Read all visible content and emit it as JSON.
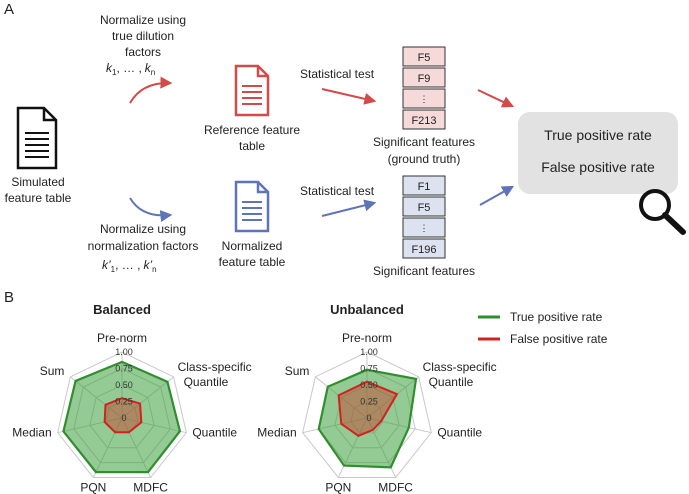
{
  "panel_a": {
    "label": "A",
    "normalize_true": [
      "Normalize using",
      "true dilution",
      "factors"
    ],
    "normalize_true_k": "k",
    "normalize_true_k_sub1": "1",
    "normalize_true_k_dots": ", … ,",
    "normalize_true_k2": "k",
    "normalize_true_k_subn": "n",
    "normalize_norm": [
      "Normalize using",
      "normalization factors"
    ],
    "normalize_norm_k": "k’",
    "normalize_norm_k_sub1": "1",
    "normalize_norm_k_dots": ", … ,",
    "normalize_norm_k2": "k’",
    "normalize_norm_k_subn": "n",
    "simulated_table": [
      "Simulated",
      "feature table"
    ],
    "reference_table": [
      "Reference feature",
      "table"
    ],
    "normalized_table": [
      "Normalized",
      "feature table"
    ],
    "stat_test_top": "Statistical test",
    "stat_test_bottom": "Statistical test",
    "top_features": [
      "F5",
      "F9",
      "⋮",
      "F213"
    ],
    "bottom_features": [
      "F1",
      "F5",
      "⋮",
      "F196"
    ],
    "top_features_caption": [
      "Significant features",
      "(ground truth)"
    ],
    "bottom_features_caption": "Significant features",
    "metrics_box": [
      "True positive rate",
      "False positive rate"
    ],
    "colors": {
      "red": "#d24a4a",
      "blue": "#5f74b8",
      "red_fill": "#f6dada",
      "blue_fill": "#dde2f1",
      "box": "#e2e2e2"
    }
  },
  "panel_b": {
    "label": "B",
    "legend": [
      {
        "name": "True positive rate",
        "color": "#2f8f2f"
      },
      {
        "name": "False positive rate",
        "color": "#d42020"
      }
    ]
  },
  "chart_data": [
    {
      "type": "radar",
      "title": "Balanced",
      "axes": [
        "Pre-norm",
        "Class-specific Quantile",
        "Quantile",
        "MDFC",
        "PQN",
        "Median",
        "Sum"
      ],
      "ticks": [
        "1.00",
        "0.75",
        "0.50",
        "0.25",
        "0"
      ],
      "range": [
        0,
        1
      ],
      "series": [
        {
          "name": "True positive rate",
          "color": "#2f8f2f",
          "values": [
            0.85,
            0.88,
            0.9,
            0.91,
            0.91,
            0.91,
            0.9
          ]
        },
        {
          "name": "False positive rate",
          "color": "#d42020",
          "values": [
            0.3,
            0.35,
            0.3,
            0.24,
            0.24,
            0.27,
            0.32
          ]
        }
      ]
    },
    {
      "type": "radar",
      "title": "Unbalanced",
      "axes": [
        "Pre-norm",
        "Class-specific Quantile",
        "Quantile",
        "MDFC",
        "PQN",
        "Median",
        "Sum"
      ],
      "ticks": [
        "1.00",
        "0.75",
        "0.50",
        "0.25",
        "0"
      ],
      "range": [
        0,
        1
      ],
      "series": [
        {
          "name": "True positive rate",
          "color": "#2f8f2f",
          "values": [
            0.73,
            0.95,
            0.65,
            0.83,
            0.8,
            0.75,
            0.76
          ]
        },
        {
          "name": "False positive rate",
          "color": "#d42020",
          "values": [
            0.55,
            0.58,
            0.22,
            0.2,
            0.3,
            0.4,
            0.55
          ]
        }
      ]
    }
  ]
}
